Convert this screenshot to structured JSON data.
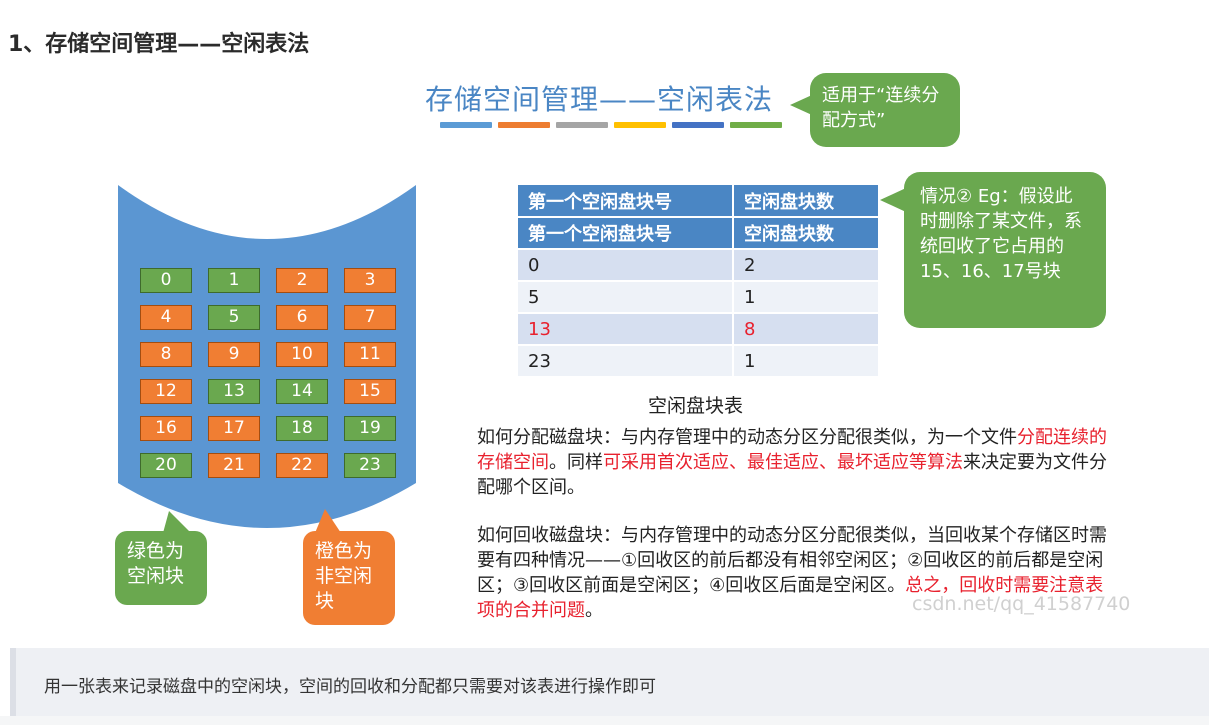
{
  "heading": "1、存储空间管理——空闲表法",
  "slide": {
    "title": "存储空间管理——空闲表法",
    "stripe_colors": [
      "#5b9bd5",
      "#ed7d31",
      "#a5a5a5",
      "#ffc000",
      "#4472c4",
      "#70ad47"
    ],
    "callout_top": "适用于“连续分配方式”",
    "callout_right": "情况② Eg：假设此时删除了某文件，系统回收了它占用的 15、16、17号块",
    "legend_green": "绿色为空闲块",
    "legend_orange": "橙色为非空闲块",
    "colors": {
      "free": "#6aa84f",
      "used": "#f07e33",
      "table_header": "#4a86c4",
      "highlight": "#e8212e"
    },
    "blocks": [
      {
        "n": "0",
        "s": "free"
      },
      {
        "n": "1",
        "s": "free"
      },
      {
        "n": "2",
        "s": "used"
      },
      {
        "n": "3",
        "s": "used"
      },
      {
        "n": "4",
        "s": "used"
      },
      {
        "n": "5",
        "s": "free"
      },
      {
        "n": "6",
        "s": "used"
      },
      {
        "n": "7",
        "s": "used"
      },
      {
        "n": "8",
        "s": "used"
      },
      {
        "n": "9",
        "s": "used"
      },
      {
        "n": "10",
        "s": "used"
      },
      {
        "n": "11",
        "s": "used"
      },
      {
        "n": "12",
        "s": "used"
      },
      {
        "n": "13",
        "s": "free"
      },
      {
        "n": "14",
        "s": "free"
      },
      {
        "n": "15",
        "s": "used"
      },
      {
        "n": "16",
        "s": "used"
      },
      {
        "n": "17",
        "s": "used"
      },
      {
        "n": "18",
        "s": "free"
      },
      {
        "n": "19",
        "s": "free"
      },
      {
        "n": "20",
        "s": "free"
      },
      {
        "n": "21",
        "s": "used"
      },
      {
        "n": "22",
        "s": "used"
      },
      {
        "n": "23",
        "s": "free"
      }
    ],
    "table": {
      "headers": [
        "第一个空闲盘块号",
        "空闲盘块数"
      ],
      "rows": [
        [
          "0",
          "2"
        ],
        [
          "5",
          "1"
        ],
        [
          "13",
          "8"
        ],
        [
          "23",
          "1"
        ]
      ],
      "caption": "空闲盘块表"
    },
    "para1": [
      {
        "t": "如何分配磁盘块：与内存管理中的动态分区分配很类似，为一个文件"
      },
      {
        "t": "分配连续的存储空间",
        "r": true
      },
      {
        "t": "。同样"
      },
      {
        "t": "可采用首次适应、最佳适应、最坏适应等算法",
        "r": true
      },
      {
        "t": "来决定要为文件分配哪个区间。"
      }
    ],
    "para2": [
      {
        "t": "如何回收磁盘块：与内存管理中的动态分区分配很类似，当回收某个存储区时需要有四种情况——①回收区的前后都没有相邻空闲区；②回收区的前后都是空闲区；③回收区前面是空闲区；④回收区后面是空闲区。"
      },
      {
        "t": "总之，回收时需要注意表项的合并问题",
        "r": true
      },
      {
        "t": "。"
      }
    ],
    "watermark": "csdn.net/qq_41587740"
  },
  "quote": "用一张表来记录磁盘中的空闲块，空间的回收和分配都只需要对该表进行操作即可"
}
